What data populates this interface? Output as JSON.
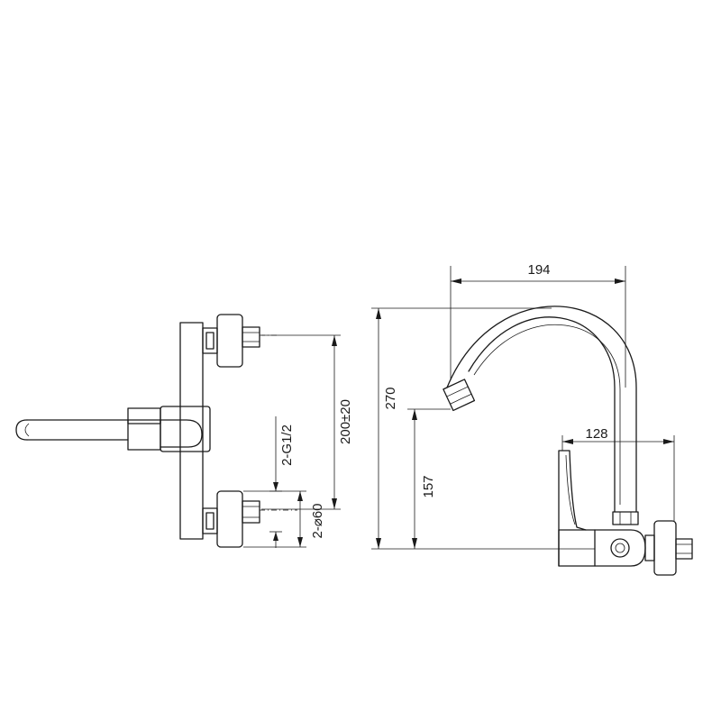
{
  "dimensions": {
    "spout_reach": "194",
    "total_height": "270",
    "body_reach": "128",
    "outlet_height": "157",
    "inlet_spacing": "200±20",
    "thread_size": "2-G1/2",
    "flange_diameter": "2-⌀60"
  }
}
